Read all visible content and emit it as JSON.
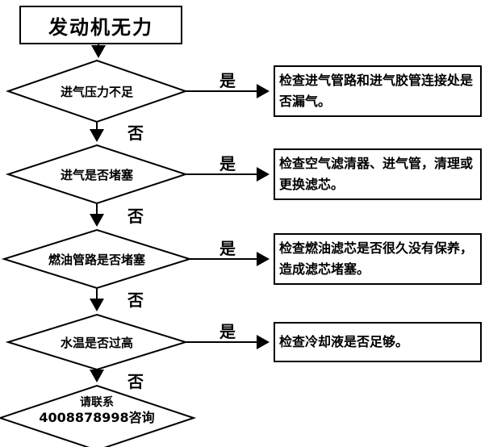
{
  "start": {
    "label": "发动机无力"
  },
  "decisions": [
    {
      "label": "进气压力不足",
      "yes": "是",
      "no": "否",
      "action": "检查进气管路和进气胶管连接处是否漏气。"
    },
    {
      "label": "进气是否堵塞",
      "yes": "是",
      "no": "否",
      "action": "检查空气滤清器、进气管，清理或更换滤芯。"
    },
    {
      "label": "燃油管路是否堵塞",
      "yes": "是",
      "no": "否",
      "action": "检查燃油滤芯是否很久没有保养，造成滤芯堵塞。"
    },
    {
      "label": "水温是否过高",
      "yes": "是",
      "no": "否",
      "action": "检查冷却液是否足够。"
    }
  ],
  "contact": {
    "line1": "请联系",
    "line2": "4008878998咨询"
  },
  "colors": {
    "stroke": "#000000",
    "fill": "#ffffff"
  }
}
